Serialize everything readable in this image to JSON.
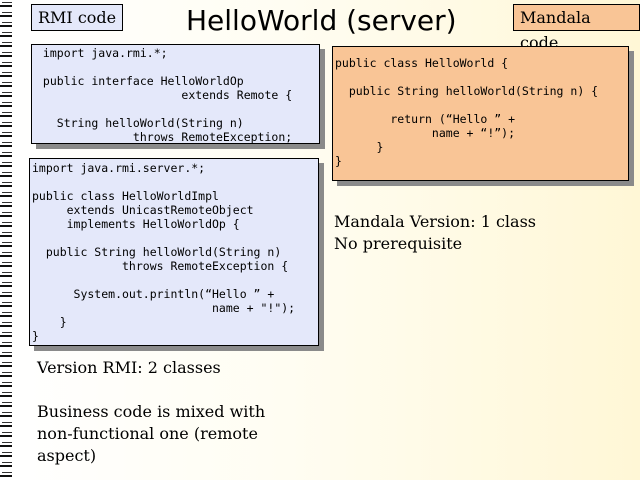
{
  "slide": {
    "title": "HelloWorld (server)",
    "tag_rmi": "RMI code",
    "tag_mandala": "Mandala code",
    "rmi_interface_code": " import java.rmi.*;\n\n public interface HelloWorldOp\n                     extends Remote {\n\n   String helloWorld(String n)\n              throws RemoteException;",
    "rmi_impl_code": "import java.rmi.server.*;\n\npublic class HelloWorldImpl\n     extends UnicastRemoteObject\n     implements HelloWorldOp {\n\n  public String helloWorld(String n)\n             throws RemoteException {\n\n      System.out.println(“Hello ” +\n                          name + \"!\");\n    }\n}",
    "mandala_code": "public class HelloWorld {\n\n  public String helloWorld(String n) {\n\n        return (“Hello ” +\n              name + “!”);\n      }\n}",
    "mandala_note": "Mandala Version: 1 class\nNo prerequisite",
    "rmi_version_note": "Version RMI: 2 classes",
    "rmi_business_note": "Business code is mixed with\nnon-functional one (remote\naspect)"
  }
}
